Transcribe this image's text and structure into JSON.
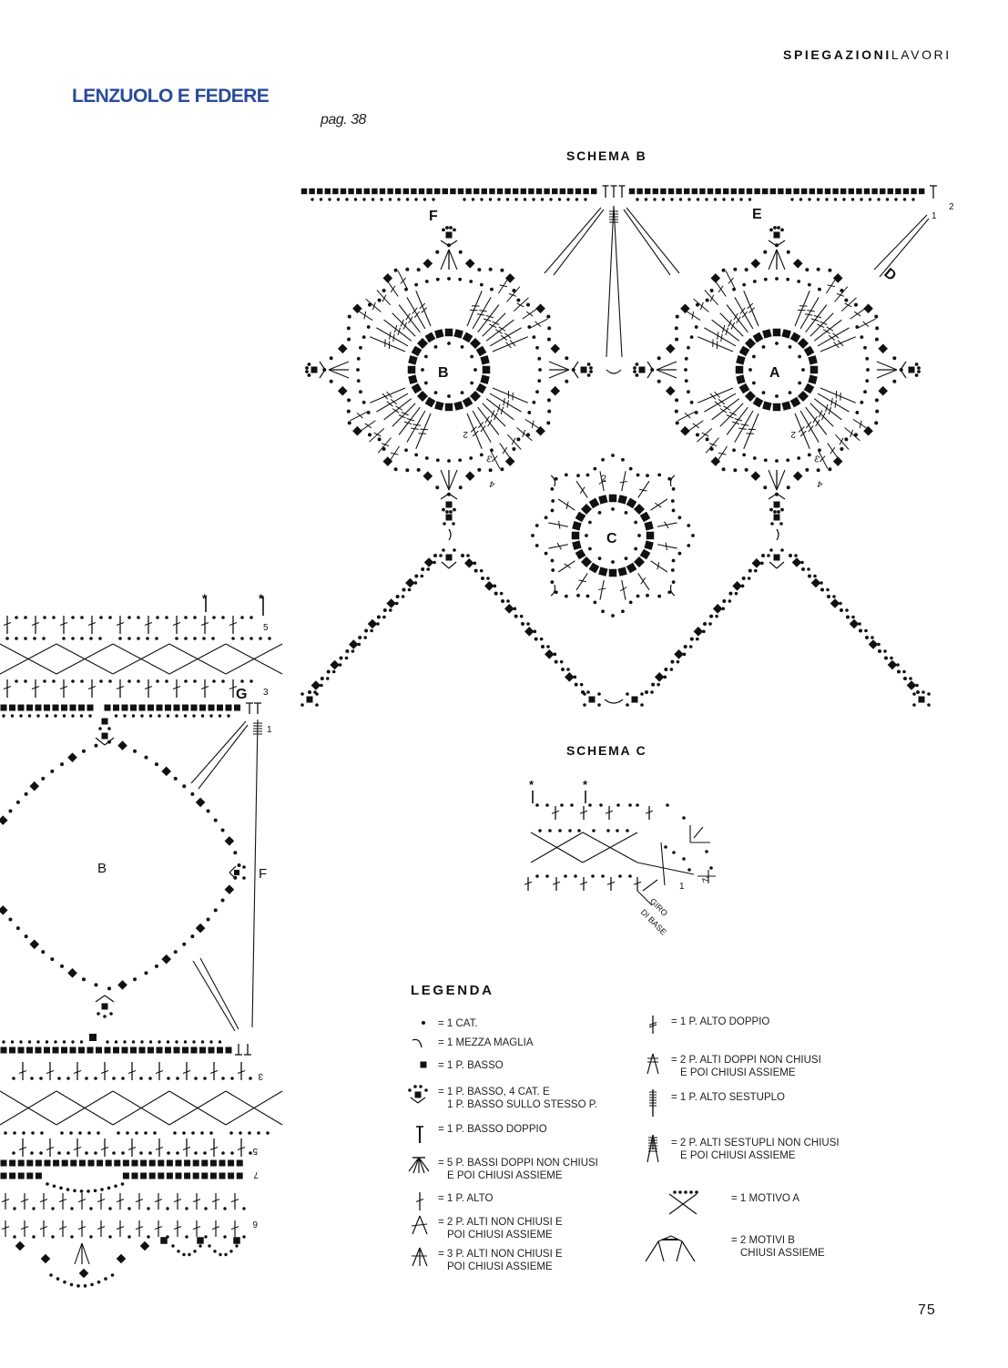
{
  "header": {
    "section_bold": "SPIEGAZIONI",
    "section_light": "LAVORI",
    "title": "LENZUOLO E FEDERE",
    "title_color": "#2a4b9b",
    "page_ref": "pag. 38"
  },
  "schema_b": {
    "title": "SCHEMA B",
    "motif_labels": [
      "B",
      "A",
      "C"
    ],
    "point_labels": [
      "F",
      "E",
      "D"
    ],
    "round_numbers": [
      "1",
      "2",
      "3",
      "4"
    ],
    "chain_numbers": [
      "1",
      "2"
    ]
  },
  "border_chart": {
    "letters": [
      "G",
      "B",
      "F"
    ],
    "row_numbers_top": [
      "5",
      "3",
      "1"
    ],
    "row_numbers_bottom": [
      "3",
      "5",
      "7",
      "6"
    ],
    "markers": [
      "*",
      "*"
    ]
  },
  "schema_c": {
    "title": "SCHEMA C",
    "markers": [
      "*",
      "*"
    ],
    "row_numbers": [
      "1",
      "2"
    ],
    "base_label_line1": "GIRO",
    "base_label_line2": "DI BASE"
  },
  "legend": {
    "title": "LEGENDA",
    "items": [
      {
        "icon": "chain-dot-icon",
        "line1": "= 1 CAT.",
        "line2": ""
      },
      {
        "icon": "slip-stitch-arc-icon",
        "line1": "= 1 MEZZA MAGLIA",
        "line2": ""
      },
      {
        "icon": "single-crochet-square-icon",
        "line1": "= 1 P. BASSO",
        "line2": ""
      },
      {
        "icon": "picot-sc-icon",
        "line1": "= 1 P. BASSO, 4 CAT. E",
        "line2": "1 P. BASSO SULLO STESSO P."
      },
      {
        "icon": "half-double-t-icon",
        "line1": "= 1 P. BASSO DOPPIO",
        "line2": ""
      },
      {
        "icon": "five-hdc-cluster-icon",
        "line1": "= 5 P. BASSI DOPPI NON CHIUSI",
        "line2": "E POI CHIUSI ASSIEME"
      },
      {
        "icon": "double-crochet-icon",
        "line1": "= 1 P. ALTO",
        "line2": ""
      },
      {
        "icon": "two-dc-cluster-icon",
        "line1": "= 2 P. ALTI NON CHIUSI E",
        "line2": "POI CHIUSI ASSIEME"
      },
      {
        "icon": "three-dc-cluster-icon",
        "line1": "= 3 P. ALTI NON CHIUSI E",
        "line2": "POI CHIUSI ASSIEME"
      },
      {
        "icon": "treble-crochet-icon",
        "line1": "= 1 P. ALTO DOPPIO",
        "line2": ""
      },
      {
        "icon": "two-tr-cluster-icon",
        "line1": "= 2 P. ALTI DOPPI NON CHIUSI",
        "line2": "E POI CHIUSI ASSIEME"
      },
      {
        "icon": "sextuple-treble-icon",
        "line1": "= 1 P. ALTO SESTUPLO",
        "line2": ""
      },
      {
        "icon": "two-sextuple-cluster-icon",
        "line1": "= 2 P. ALTI SESTUPLI NON CHIUSI",
        "line2": "E POI CHIUSI ASSIEME"
      },
      {
        "icon": "motif-a-icon",
        "line1": "= 1 MOTIVO A",
        "line2": ""
      },
      {
        "icon": "motif-b-joined-icon",
        "line1": "= 2 MOTIVI B",
        "line2": "CHIUSI ASSIEME"
      }
    ]
  },
  "footer": {
    "page_number": "75"
  }
}
